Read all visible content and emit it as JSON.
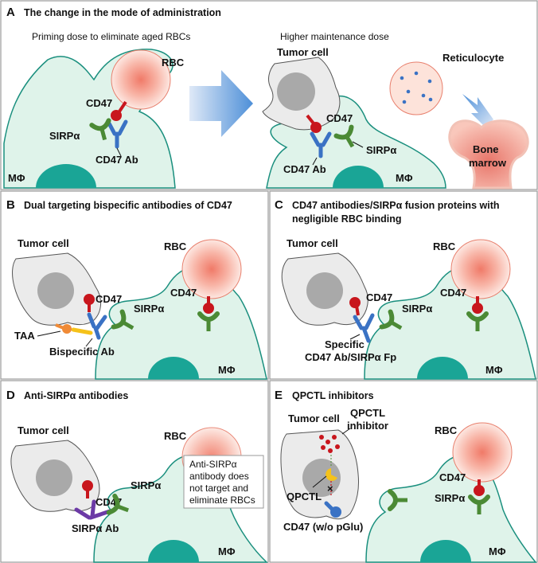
{
  "panels": {
    "A": {
      "letter": "A",
      "title": "The change in the mode of administration",
      "left_subtitle": "Priming dose to eliminate aged RBCs",
      "right_subtitle": "Higher maintenance dose",
      "rbc": "RBC",
      "cd47_left": "CD47",
      "sirpa_left": "SIRPα",
      "cd47ab_left": "CD47 Ab",
      "mphi_left": "MΦ",
      "tumor": "Tumor cell",
      "cd47_right": "CD47",
      "sirpa_right": "SIRPα",
      "cd47ab_right": "CD47 Ab",
      "mphi_right": "MΦ",
      "reticulocyte": "Reticulocyte",
      "bone_marrow_1": "Bone",
      "bone_marrow_2": "marrow"
    },
    "B": {
      "letter": "B",
      "title": "Dual targeting bispecific antibodies of CD47",
      "tumor": "Tumor cell",
      "rbc": "RBC",
      "cd47_tumor": "CD47",
      "cd47_rbc": "CD47",
      "sirpa": "SIRPα",
      "taa": "TAA",
      "bispecific": "Bispecific Ab",
      "mphi": "MΦ"
    },
    "C": {
      "letter": "C",
      "title_1": "CD47 antibodies/SIRPα fusion proteins with",
      "title_2": "negligible RBC binding",
      "tumor": "Tumor cell",
      "rbc": "RBC",
      "cd47_tumor": "CD47",
      "cd47_rbc": "CD47",
      "sirpa": "SIRPα",
      "specific_1": "Specific",
      "specific_2": "CD47 Ab/SIRPα Fp",
      "mphi": "MΦ"
    },
    "D": {
      "letter": "D",
      "title": "Anti-SIRPα antibodies",
      "tumor": "Tumor cell",
      "rbc": "RBC",
      "cd47": "CD47",
      "sirpa": "SIRPα",
      "sirpa_ab": "SIRPα Ab",
      "note_1": "Anti-SIRPα",
      "note_2": "antibody does",
      "note_3": "not target and",
      "note_4": "eliminate RBCs",
      "mphi": "MΦ"
    },
    "E": {
      "letter": "E",
      "title": "QPCTL inhibitors",
      "tumor": "Tumor cell",
      "inhibitor_1": "QPCTL",
      "inhibitor_2": "inhibitor",
      "rbc": "RBC",
      "qpctl": "QPCTL",
      "cd47_nopglu": "CD47 (w/o pGlu)",
      "cd47_rbc": "CD47",
      "sirpa": "SIRPα",
      "mphi": "MΦ"
    }
  },
  "colors": {
    "macrophage_fill": "#dff3ea",
    "macrophage_stroke": "#1a8f7e",
    "nucleus": "#1aa596",
    "tumor_fill": "#ebebeb",
    "tumor_nucleus": "#a9a9a9",
    "rbc_center": "#f07a68",
    "cd47_red": "#c8161d",
    "sirpa_green": "#4b8a35",
    "antibody_blue": "#3a72c4",
    "taa_orange": "#f08a36",
    "bispecific_yellow": "#f5c21a",
    "sirpa_ab_purple": "#6c3aa6"
  }
}
